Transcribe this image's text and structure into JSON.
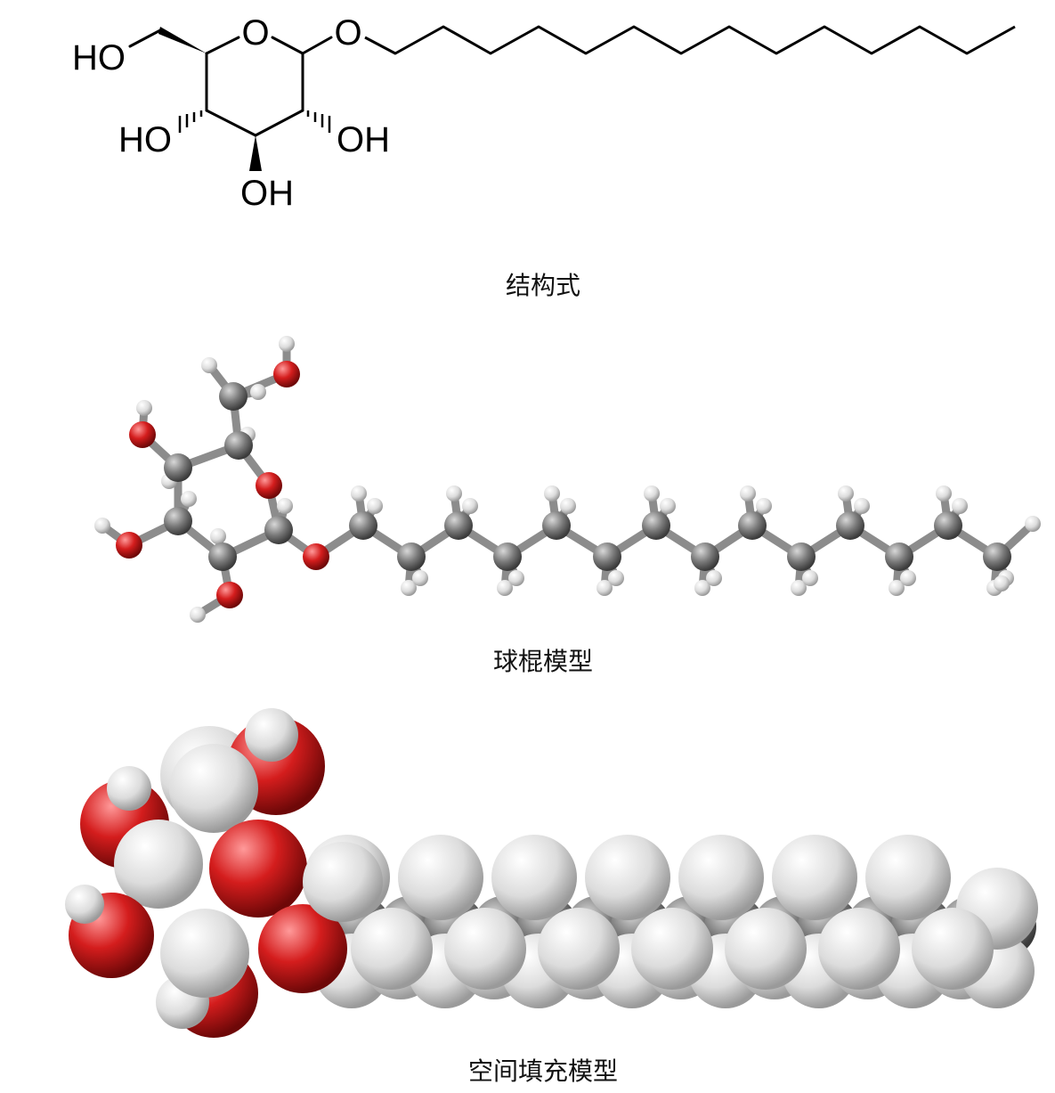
{
  "captions": {
    "structural": "结构式",
    "ball_stick": "球棍模型",
    "space_filling": "空间填充模型"
  },
  "atom_labels": {
    "ring_oxygen": "O",
    "ether_oxygen": "O",
    "hydroxymethyl_oh": "HO",
    "oh_left": "HO",
    "oh_right": "OH",
    "oh_bottom": "OH"
  },
  "colors": {
    "carbon": "#808080",
    "oxygen": "#d42020",
    "hydrogen": "#e8e8e8",
    "bond": "#a0a0a0",
    "line": "#000000"
  }
}
